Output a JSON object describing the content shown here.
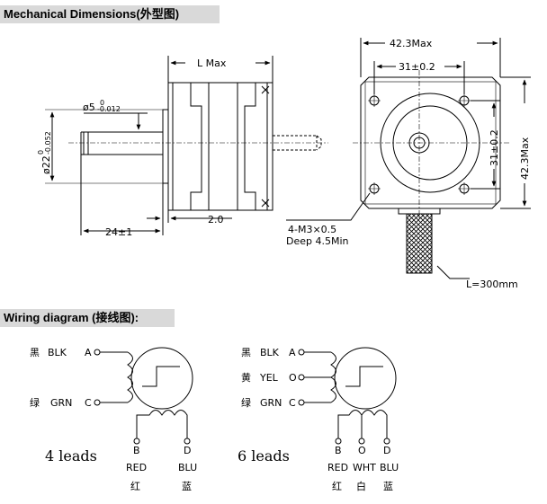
{
  "headers": {
    "mechanical": "Mechanical Dimensions(外型图)",
    "wiring": "Wiring diagram (接线图):"
  },
  "side_view": {
    "length": "L Max",
    "shaft_dia": "ø5",
    "shaft_tol_upper": "0",
    "shaft_tol_lower": "-0.012",
    "boss_dia": "ø22",
    "boss_tol_upper": "0",
    "boss_tol_lower": "-0.052",
    "shaft_length": "24±1",
    "boss_height": "2.0"
  },
  "front_view": {
    "width": "42.3Max",
    "hole_spacing_h": "31±0.2",
    "hole_spacing_v": "31±0.2",
    "height": "42.3Max",
    "holes": "4-M3×0.5",
    "hole_depth": "Deep 4.5Min",
    "cable": "L=300mm"
  },
  "wiring_4": {
    "title": "4 leads",
    "pins": [
      {
        "cn": "黑",
        "en": "BLK",
        "letter": "A"
      },
      {
        "cn": "绿",
        "en": "GRN",
        "letter": "C"
      },
      {
        "cn": "红",
        "en": "RED",
        "letter": "B"
      },
      {
        "cn": "蓝",
        "en": "BLU",
        "letter": "D"
      }
    ]
  },
  "wiring_6": {
    "title": "6 leads",
    "pins": [
      {
        "cn": "黑",
        "en": "BLK",
        "letter": "A"
      },
      {
        "cn": "黄",
        "en": "YEL",
        "letter": "O"
      },
      {
        "cn": "绿",
        "en": "GRN",
        "letter": "C"
      },
      {
        "cn": "红",
        "en": "RED",
        "letter": "B"
      },
      {
        "cn": "白",
        "en": "WHT",
        "letter": "O"
      },
      {
        "cn": "蓝",
        "en": "BLU",
        "letter": "D"
      }
    ]
  }
}
